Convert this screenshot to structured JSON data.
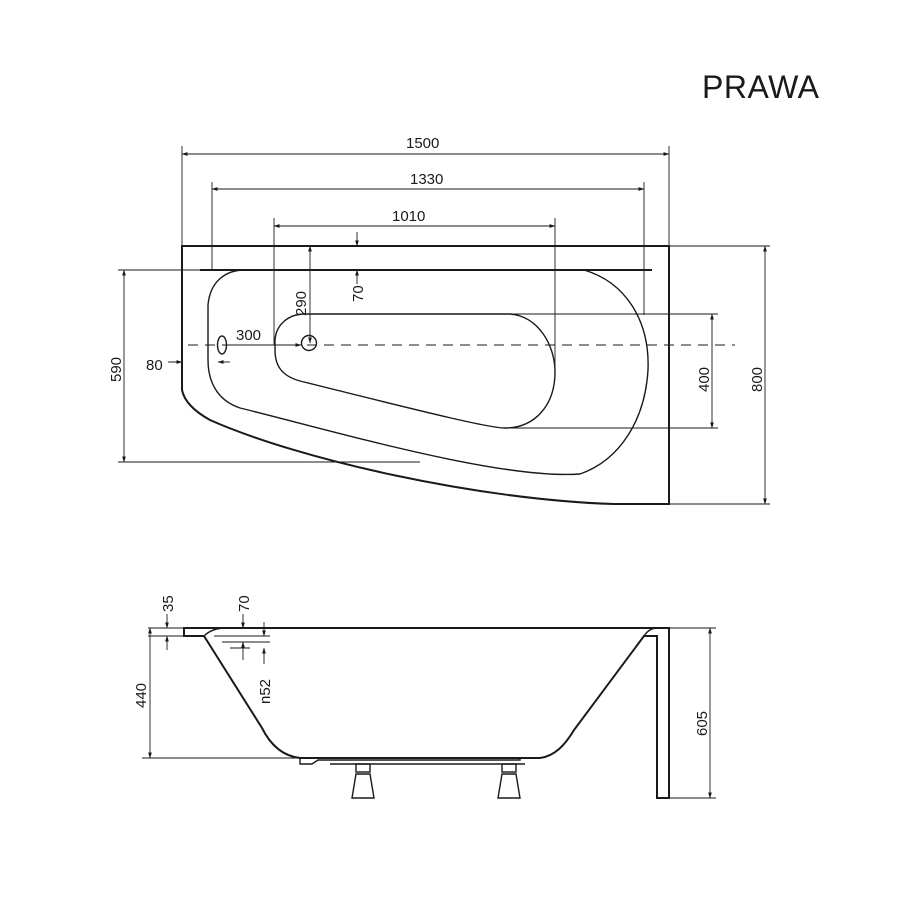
{
  "title": "PRAWA",
  "top_view": {
    "dims": {
      "width_total": "1500",
      "width_inner": "1330",
      "width_bottom": "1010",
      "depth_total": "800",
      "depth_left": "590",
      "bottom_depth": "400",
      "bottom_offset_y": "290",
      "rim_offset": "70",
      "drain_offset_x": "300",
      "overflow_offset": "80"
    }
  },
  "side_view": {
    "dims": {
      "rim_thickness": "35",
      "overflow_depth": "70",
      "overflow_size": "n52",
      "depth_inner": "440",
      "height_total": "605"
    }
  },
  "colors": {
    "line": "#1a1a1a",
    "background": "#ffffff"
  }
}
